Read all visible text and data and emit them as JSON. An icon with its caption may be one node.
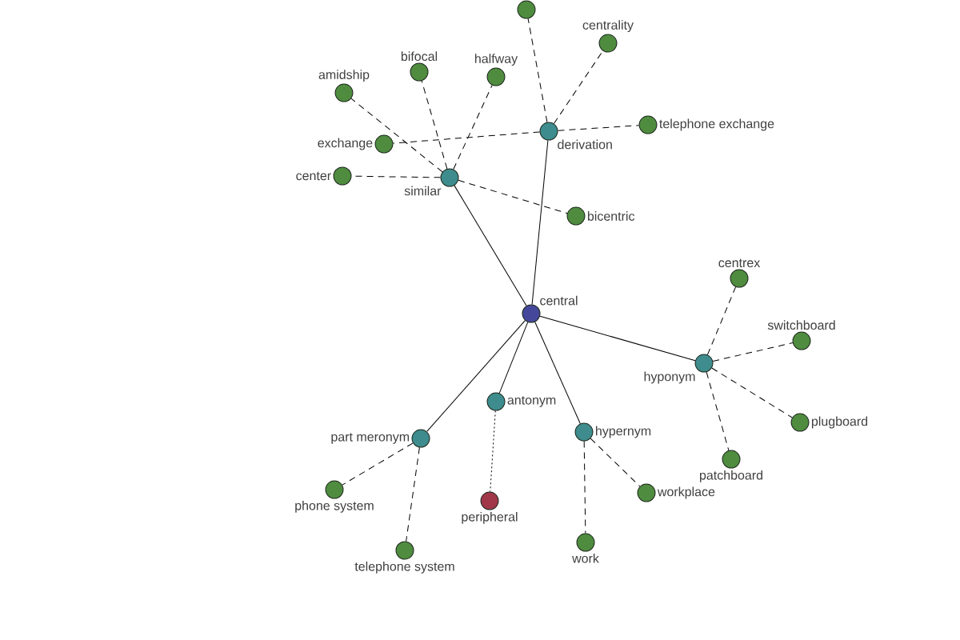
{
  "diagram": {
    "nodes": [
      {
        "text": [],
        "shape": "circle"
      },
      {
        "text": [
          "centrality"
        ]
      },
      {
        "text": [
          "bifocal"
        ]
      },
      {
        "text": [
          "halfway"
        ]
      },
      {
        "text": [
          "amidship"
        ]
      },
      {
        "text": [
          "telephone exchange"
        ]
      },
      {
        "text": [
          "derivation"
        ]
      },
      {
        "text": [
          "exchange"
        ]
      },
      {
        "text": [
          "similar"
        ]
      },
      {
        "text": [
          "center"
        ]
      },
      {
        "text": [
          "bicentric"
        ]
      },
      {
        "text": [
          "centrex"
        ]
      },
      {
        "text": [
          "central"
        ]
      },
      {
        "text": [
          "switchboard"
        ]
      },
      {
        "text": [
          "hyponym"
        ]
      },
      {
        "text": [
          "antonym"
        ]
      },
      {
        "text": [
          "plugboard"
        ]
      },
      {
        "text": [
          "hypernym"
        ]
      },
      {
        "text": [
          "part meronym"
        ]
      },
      {
        "text": [
          "patchboard"
        ]
      },
      {
        "text": [
          "phone system"
        ]
      },
      {
        "text": [
          "workplace"
        ]
      },
      {
        "text": [
          "peripheral"
        ]
      },
      {
        "text": [
          "work"
        ]
      },
      {
        "text": [
          "telephone system"
        ]
      }
    ],
    "edges": [
      {
        "from": 12,
        "to": 8,
        "arrow": "none"
      },
      {
        "from": 12,
        "to": 6,
        "arrow": "none"
      },
      {
        "from": 12,
        "to": 14,
        "arrow": "none"
      },
      {
        "from": 12,
        "to": 15,
        "arrow": "none"
      },
      {
        "from": 12,
        "to": 17,
        "arrow": "none"
      },
      {
        "from": 12,
        "to": 18,
        "arrow": "none"
      },
      {
        "from": 6,
        "to": 0,
        "arrow": "none",
        "style": "dashed"
      },
      {
        "from": 6,
        "to": 1,
        "arrow": "none",
        "style": "dashed"
      },
      {
        "from": 6,
        "to": 5,
        "arrow": "none",
        "style": "dashed"
      },
      {
        "from": 6,
        "to": 7,
        "arrow": "none",
        "style": "dashed"
      },
      {
        "from": 8,
        "to": 4,
        "arrow": "none",
        "style": "dashed"
      },
      {
        "from": 8,
        "to": 2,
        "arrow": "none",
        "style": "dashed"
      },
      {
        "from": 8,
        "to": 3,
        "arrow": "none",
        "style": "dashed"
      },
      {
        "from": 8,
        "to": 9,
        "arrow": "none",
        "style": "dashed"
      },
      {
        "from": 8,
        "to": 10,
        "arrow": "none",
        "style": "dashed"
      },
      {
        "from": 14,
        "to": 11,
        "arrow": "none",
        "style": "dashed"
      },
      {
        "from": 14,
        "to": 13,
        "arrow": "none",
        "style": "dashed"
      },
      {
        "from": 14,
        "to": 16,
        "arrow": "none",
        "style": "dashed"
      },
      {
        "from": 14,
        "to": 19,
        "arrow": "none",
        "style": "dashed"
      },
      {
        "from": 15,
        "to": 22,
        "arrow": "none",
        "style": "dashed"
      },
      {
        "from": 17,
        "to": 23,
        "arrow": "none",
        "style": "dashed"
      },
      {
        "from": 17,
        "to": 21,
        "arrow": "none",
        "style": "dashed"
      },
      {
        "from": 18,
        "to": 20,
        "arrow": "none",
        "style": "dashed"
      },
      {
        "from": 18,
        "to": 24,
        "arrow": "none",
        "style": "dashed"
      }
    ]
  }
}
